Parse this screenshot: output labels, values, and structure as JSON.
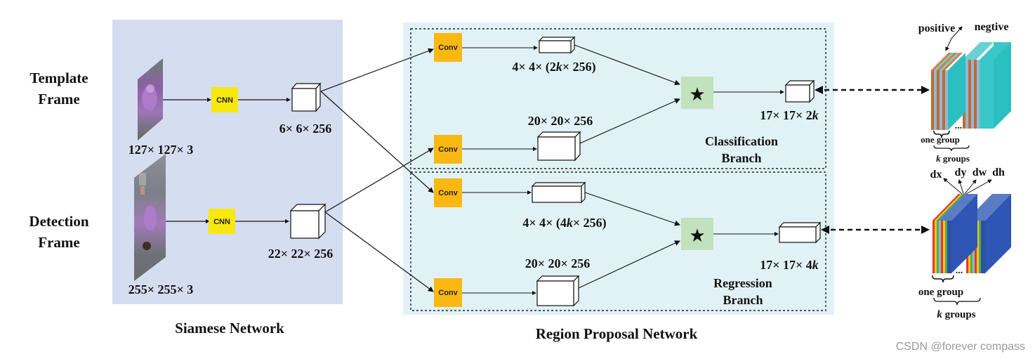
{
  "siamese": {
    "title": "Siamese Network",
    "template_label_1": "Template",
    "template_label_2": "Frame",
    "detection_label_1": "Detection",
    "detection_label_2": "Frame",
    "template_size": "127× 127× 3",
    "detection_size": "255× 255× 3",
    "cnn_label": "CNN",
    "template_feature": "6× 6× 256",
    "detection_feature": "22× 22× 256"
  },
  "rpn": {
    "title": "Region Proposal Network",
    "conv_label": "Conv",
    "cls_kernel_pre": "4× 4× (2",
    "cls_kernel_k": "k",
    "cls_kernel_post": "× 256)",
    "cls_search": "20× 20× 256",
    "cls_out_pre": "17× 17× 2",
    "cls_out_k": "k",
    "cls_branch_1": "Classification",
    "cls_branch_2": "Branch",
    "reg_kernel_pre": "4× 4× (4",
    "reg_kernel_k": "k",
    "reg_kernel_post": "× 256)",
    "reg_search": "20× 20× 256",
    "reg_out_pre": "17× 17× 4",
    "reg_out_k": "k",
    "reg_branch_1": "Regression",
    "reg_branch_2": "Branch",
    "corr_symbol": "★"
  },
  "outputs": {
    "positive": "positive",
    "negative": "negtive",
    "ellipsis": "...",
    "one_group": "one group",
    "k": "k",
    "groups": " groups",
    "dx": "dx",
    "dy": "dy",
    "dw": "dw",
    "dh": "dh"
  },
  "watermark": "CSDN @forever compass",
  "colors": {
    "siamese_bg": "#d5ddf0",
    "rpn_bg": "#e1f2f6",
    "cnn_yellow": "#f7e80f",
    "conv_orange": "#fbb812",
    "corr_green": "#c2e2bd",
    "cyan_face": "#36c3c6"
  }
}
